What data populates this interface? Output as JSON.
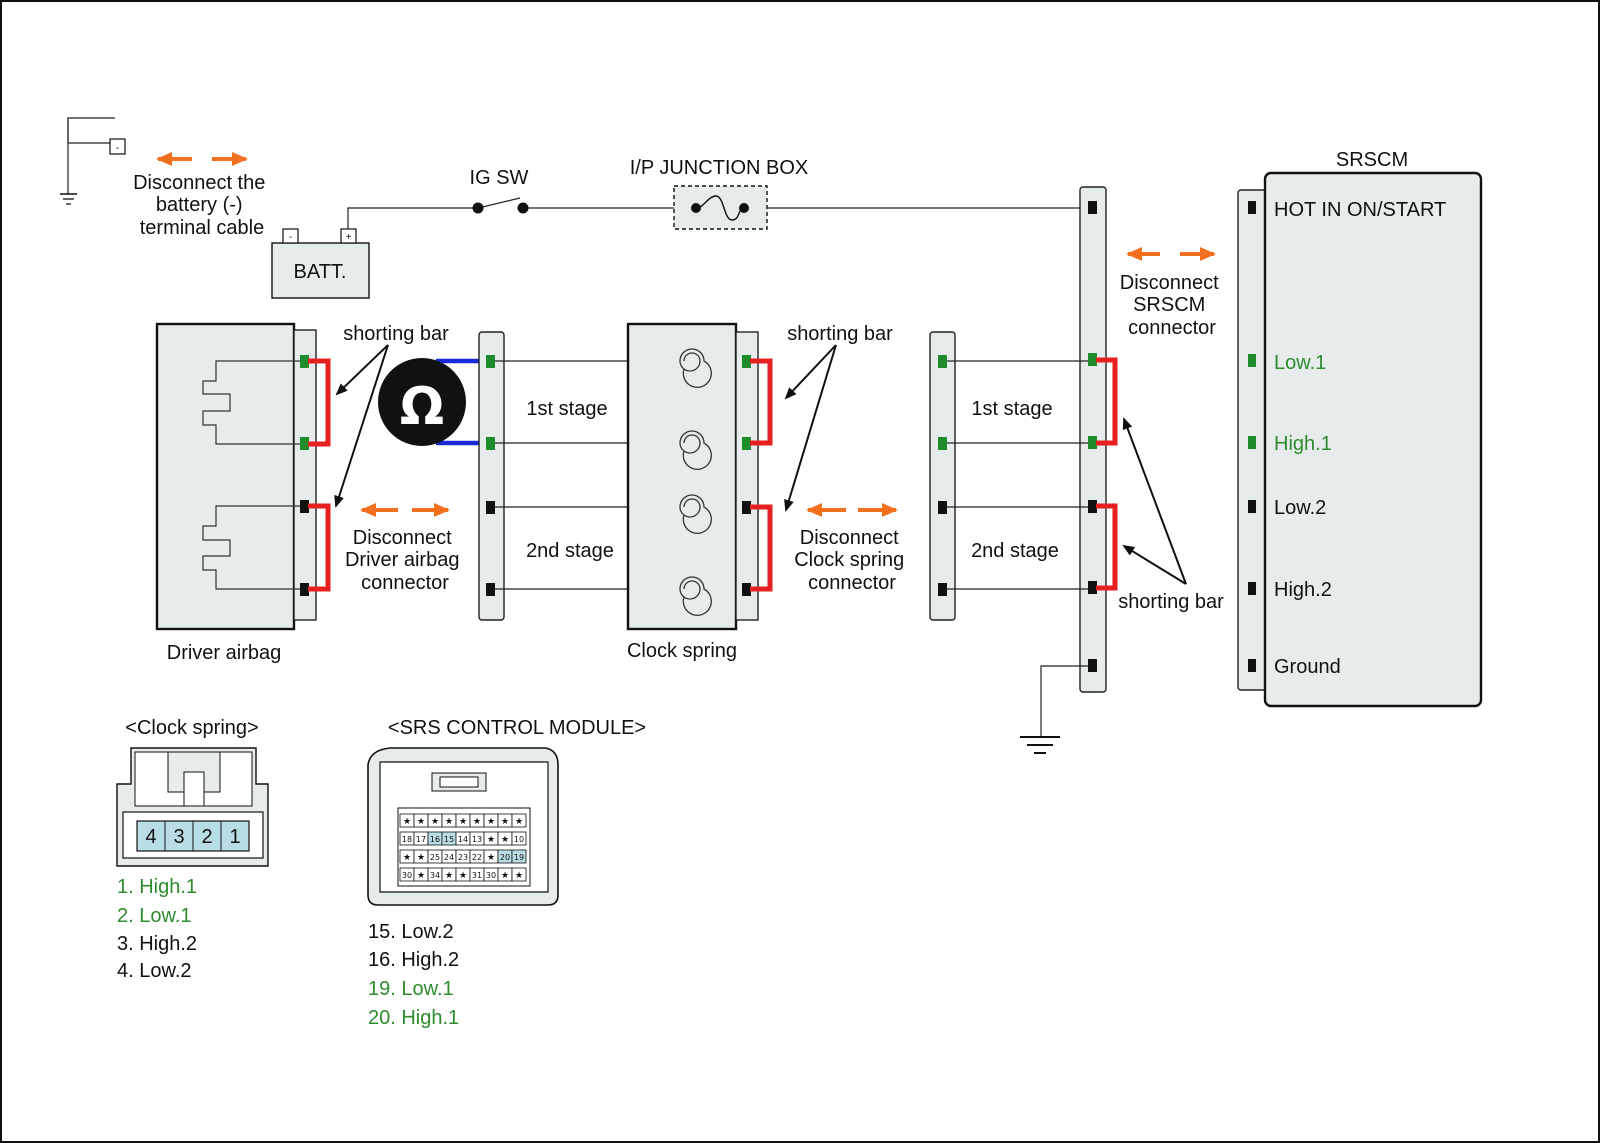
{
  "battery": {
    "disconnect_label_lines": [
      "Disconnect the",
      "battery (-)",
      "terminal cable"
    ],
    "label": "BATT.",
    "neg_symbol": "-",
    "pos_symbol": "+",
    "ground_neg_symbol": "-"
  },
  "ignition": {
    "label": "IG SW"
  },
  "junction_box": {
    "label": "I/P JUNCTION BOX"
  },
  "srscm": {
    "title": "SRSCM",
    "disconnect_label_lines": [
      "Disconnect",
      "SRSCM",
      "connector"
    ],
    "terminals": [
      {
        "label": "HOT IN ON/START",
        "highlight": false
      },
      {
        "label": "Low.1",
        "highlight": true
      },
      {
        "label": "High.1",
        "highlight": true
      },
      {
        "label": "Low.2",
        "highlight": false
      },
      {
        "label": "High.2",
        "highlight": false
      },
      {
        "label": "Ground",
        "highlight": false
      }
    ]
  },
  "driver_airbag": {
    "label": "Driver airbag",
    "disconnect_label_lines": [
      "Disconnect",
      "Driver airbag",
      "connector"
    ]
  },
  "ohmmeter": {
    "symbol": "Ω",
    "icon": "ohmmeter-icon"
  },
  "clock_spring": {
    "label": "Clock spring",
    "disconnect_label_lines": [
      "Disconnect",
      "Clock spring",
      "connector"
    ]
  },
  "stages": {
    "first": "1st stage",
    "second": "2nd stage"
  },
  "shorting_bar_label": "shorting bar",
  "clock_spring_connector": {
    "title": "<Clock spring>",
    "pins": [
      "4",
      "3",
      "2",
      "1"
    ],
    "legend": [
      {
        "text": "1. High.1",
        "highlight": true
      },
      {
        "text": "2. Low.1",
        "highlight": true
      },
      {
        "text": "3. High.2",
        "highlight": false
      },
      {
        "text": "4. Low.2",
        "highlight": false
      }
    ]
  },
  "srs_module_connector": {
    "title": "<SRS CONTROL MODULE>",
    "rows": [
      [
        "★",
        "★",
        "★",
        "★",
        "★",
        "★",
        "★",
        "★",
        "★"
      ],
      [
        "18",
        "17",
        "16",
        "15",
        "14",
        "13",
        "★",
        "★",
        "10"
      ],
      [
        "★",
        "★",
        "25",
        "24",
        "23",
        "22",
        "★",
        "20",
        "19"
      ],
      [
        "30",
        "★",
        "34",
        "★",
        "★",
        "31",
        "30",
        "★",
        "★"
      ]
    ],
    "highlighted_pins": [
      "16",
      "15",
      "20",
      "19"
    ],
    "legend": [
      {
        "text": "15. Low.2",
        "highlight": false
      },
      {
        "text": "16. High.2",
        "highlight": false
      },
      {
        "text": "19. Low.1",
        "highlight": true
      },
      {
        "text": "20. High.1",
        "highlight": true
      }
    ]
  },
  "colors": {
    "shorting_bar": "#e62020",
    "meter_lead": "#1a2ad8",
    "disconnect_arrow": "#f07020",
    "highlight_text": "#2e8b2e",
    "pin_green": "#1e8c2a",
    "connector_cell": "#b9dde4"
  }
}
